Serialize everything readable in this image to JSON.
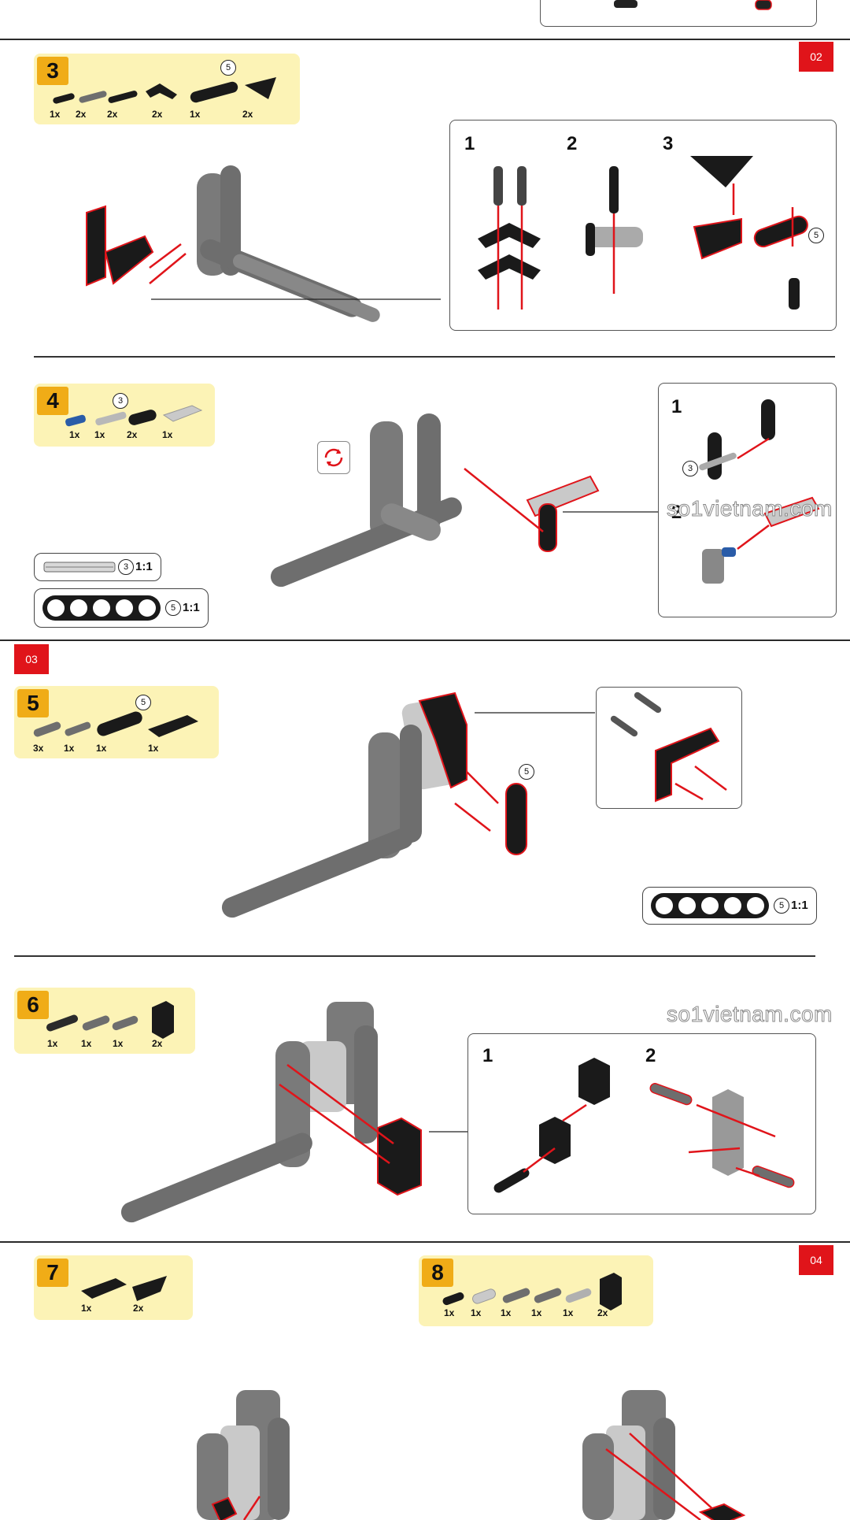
{
  "pages": [
    {
      "badge": "02"
    },
    {
      "badge": "03"
    },
    {
      "badge": "04"
    }
  ],
  "steps": {
    "s3": {
      "number": "3",
      "qty": [
        "1x",
        "2x",
        "2x",
        "2x",
        "1x",
        "2x"
      ],
      "length_callout": "5",
      "sub": [
        "1",
        "2",
        "3"
      ],
      "sub_callout": "5"
    },
    "s4": {
      "number": "4",
      "qty": [
        "1x",
        "1x",
        "2x",
        "1x"
      ],
      "length_callout": "3",
      "sub": [
        "1",
        "2"
      ],
      "sub_callout": "3",
      "scale1": {
        "num": "3",
        "ratio": "1:1"
      },
      "scale2": {
        "num": "5",
        "ratio": "1:1"
      },
      "rotate_icon": "rotate-model-icon"
    },
    "s5": {
      "number": "5",
      "qty": [
        "3x",
        "1x",
        "1x",
        "1x"
      ],
      "length_callout": "5",
      "callout": "5",
      "scale": {
        "num": "5",
        "ratio": "1:1"
      }
    },
    "s6": {
      "number": "6",
      "qty": [
        "1x",
        "1x",
        "1x",
        "2x"
      ],
      "sub": [
        "1",
        "2"
      ]
    },
    "s7": {
      "number": "7",
      "qty": [
        "1x",
        "2x"
      ]
    },
    "s8": {
      "number": "8",
      "qty": [
        "1x",
        "1x",
        "1x",
        "1x",
        "1x",
        "2x"
      ]
    }
  },
  "watermark": [
    "so1vietnam.com",
    "so1vietnam.com"
  ],
  "colors": {
    "accent_red": "#e0141a",
    "step_orange": "#f0ac17",
    "parts_bg": "#fcf3b6",
    "part_dark": "#1a1a1a",
    "part_gray": "#6e6e6e",
    "part_light": "#c9c9c9",
    "part_blue": "#2a5ca8"
  }
}
